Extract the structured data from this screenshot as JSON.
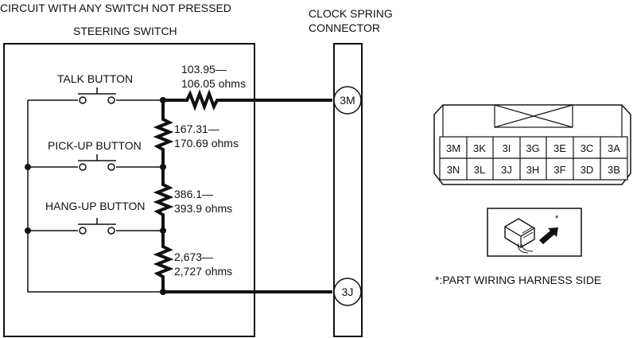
{
  "header": {
    "title": "CIRCUIT WITH ANY SWITCH NOT PRESSED",
    "steering_switch": "STEERING SWITCH",
    "clock_spring_line1": "CLOCK SPRING",
    "clock_spring_line2": "CONNECTOR"
  },
  "buttons": {
    "talk": "TALK BUTTON",
    "pickup": "PICK-UP BUTTON",
    "hangup": "HANG-UP BUTTON"
  },
  "resistors": [
    {
      "line1": "103.95—",
      "line2": "106.05 ohms"
    },
    {
      "line1": "167.31—",
      "line2": "170.69 ohms"
    },
    {
      "line1": "386.1—",
      "line2": "393.9 ohms"
    },
    {
      "line1": "2,673—",
      "line2": "2,727 ohms"
    }
  ],
  "terminals": {
    "top": "3M",
    "bottom": "3J"
  },
  "connector": {
    "row1": [
      "3M",
      "3K",
      "3I",
      "3G",
      "3E",
      "3C",
      "3A"
    ],
    "row2": [
      "3N",
      "3L",
      "3J",
      "3H",
      "3F",
      "3D",
      "3B"
    ],
    "inset_marker": "*",
    "note": "*:PART WIRING HARNESS SIDE"
  }
}
